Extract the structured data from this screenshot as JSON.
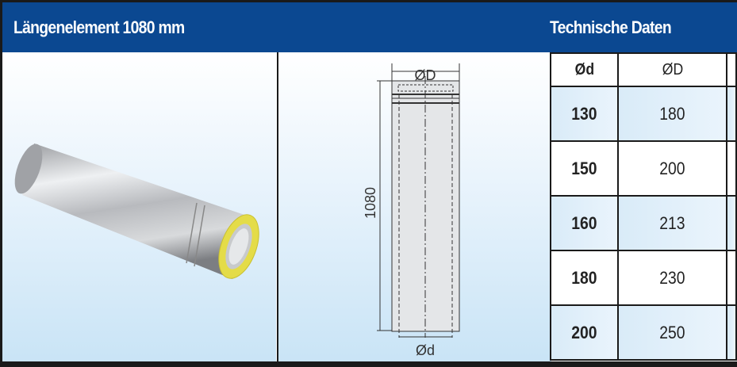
{
  "header": {
    "title": "Längenelement 1080 mm",
    "section_title": "Technische Daten"
  },
  "drawing": {
    "outer_diameter_label": "ØD",
    "inner_diameter_label": "Ød",
    "length_label": "1080"
  },
  "table": {
    "columns": [
      "Ød",
      "ØD"
    ],
    "rows": [
      [
        "130",
        "180"
      ],
      [
        "150",
        "200"
      ],
      [
        "160",
        "213"
      ],
      [
        "180",
        "230"
      ],
      [
        "200",
        "250"
      ]
    ]
  },
  "colors": {
    "header_bg": "#0b4891",
    "insulation": "#e8e04a"
  }
}
